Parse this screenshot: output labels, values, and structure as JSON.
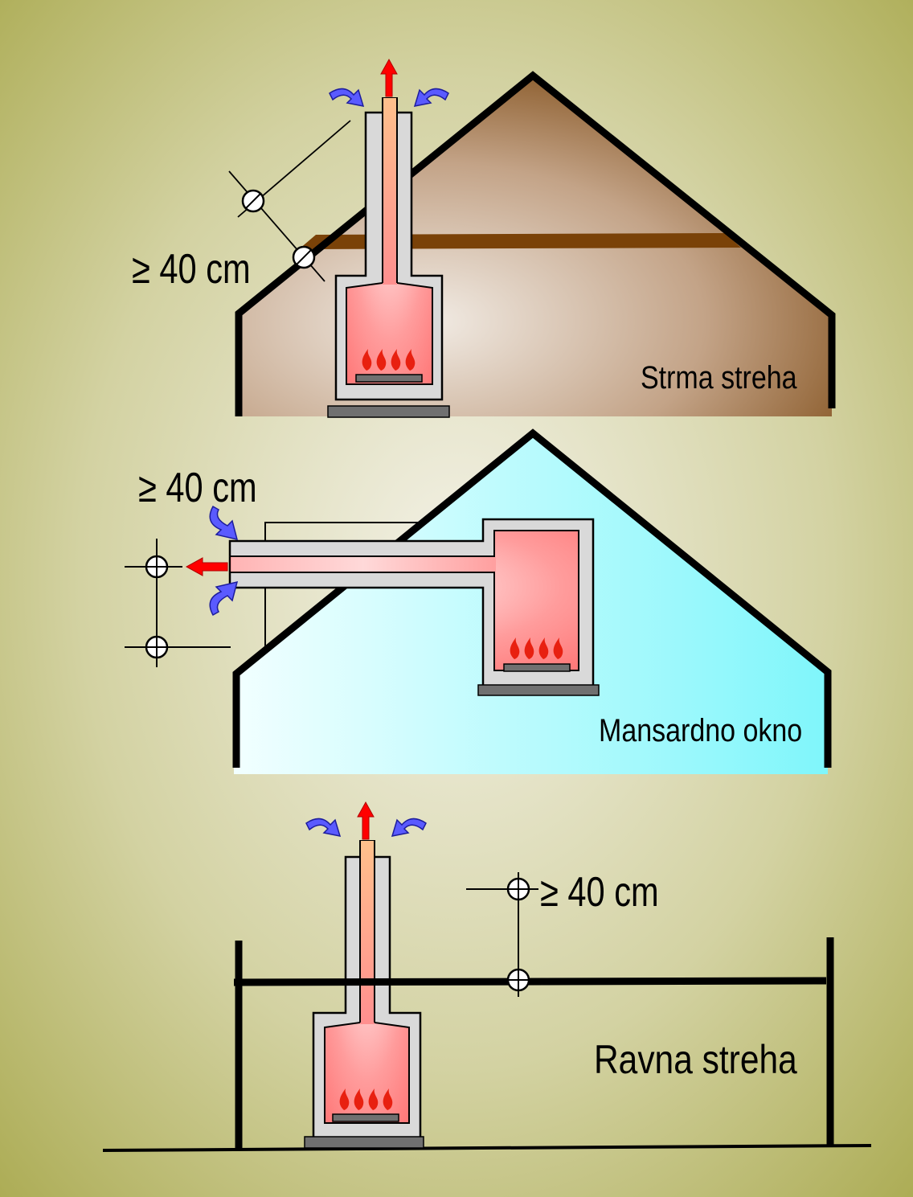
{
  "diagrams": {
    "steep_roof": {
      "label": "Strma streha",
      "min_distance": "≥ 40 cm"
    },
    "dormer": {
      "label": "Mansardno okno",
      "min_distance": "≥ 40 cm"
    },
    "flat_roof": {
      "label": "Ravna streha",
      "min_distance": "≥ 40 cm"
    }
  },
  "colors": {
    "background_light": "#f3f1e6",
    "background_dark": "#a9a94e",
    "steep_roof_light": "#f1ebe4",
    "steep_roof_dark": "#7d4a14",
    "roof_beam": "#7a4208",
    "dormer_light": "#f2ffff",
    "dormer_dark": "#7ff6fb",
    "chimney_wall": "#d9d9d9",
    "flue_hot": "#ff8f8f",
    "exhaust_arrow": "#ff0000",
    "intake_arrow": "#5a5aff",
    "flame": "#e82010",
    "grate": "#707070"
  }
}
